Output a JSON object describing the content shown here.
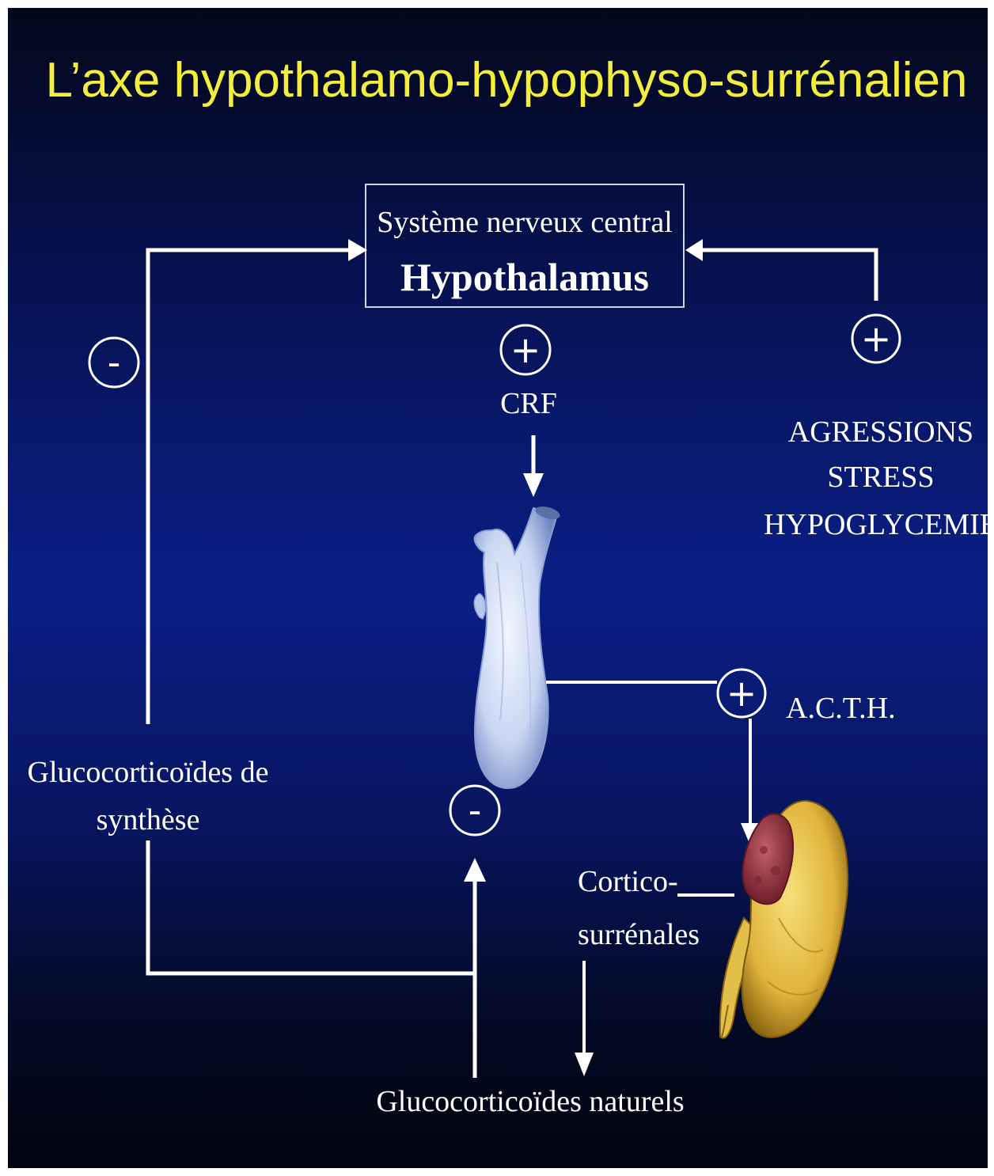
{
  "title": "L’axe  hypothalamo-hypophyso-surrénalien",
  "hypothalamus_box": {
    "subtitle": "Système nerveux central",
    "label": "Hypothalamus"
  },
  "signs": {
    "plus": "+",
    "minus": "-"
  },
  "labels": {
    "crf": "CRF",
    "aggressions": [
      "AGRESSIONS",
      "STRESS",
      "HYPOGLYCEMIE"
    ],
    "acth": "A.C.T.H.",
    "synthetic_glucocorticoids": [
      "Glucocorticoïdes de",
      "synthèse"
    ],
    "corticosurrenales": [
      "Cortico-",
      "surrénales"
    ],
    "natural_glucocorticoids": "Glucocorticoïdes naturels"
  },
  "colors": {
    "title": "#f4ee3a",
    "lines": "#ffffff",
    "pituitary": "#c9d6f2",
    "adrenal_cortex": "#e0b33c",
    "adrenal_medulla": "#9a3b44"
  }
}
